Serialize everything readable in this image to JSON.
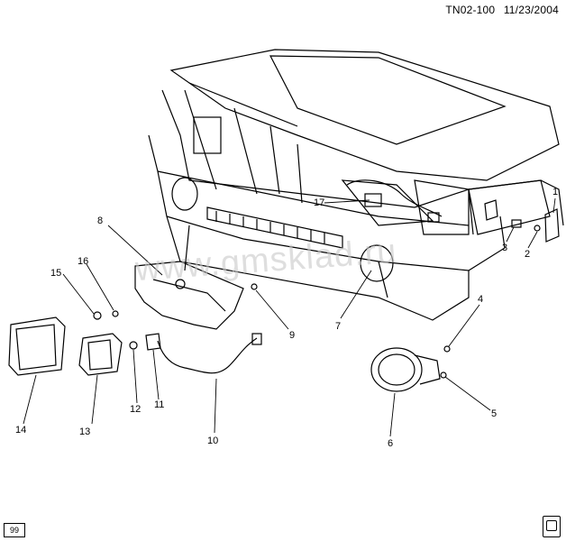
{
  "header": {
    "code": "TN02-100",
    "date": "11/23/2004"
  },
  "watermark": "www.gmsklad.ru",
  "footer": {
    "page_tag": "99"
  },
  "callouts": [
    "1",
    "2",
    "3",
    "4",
    "5",
    "6",
    "7",
    "8",
    "9",
    "10",
    "11",
    "12",
    "13",
    "14",
    "15",
    "16",
    "17"
  ]
}
